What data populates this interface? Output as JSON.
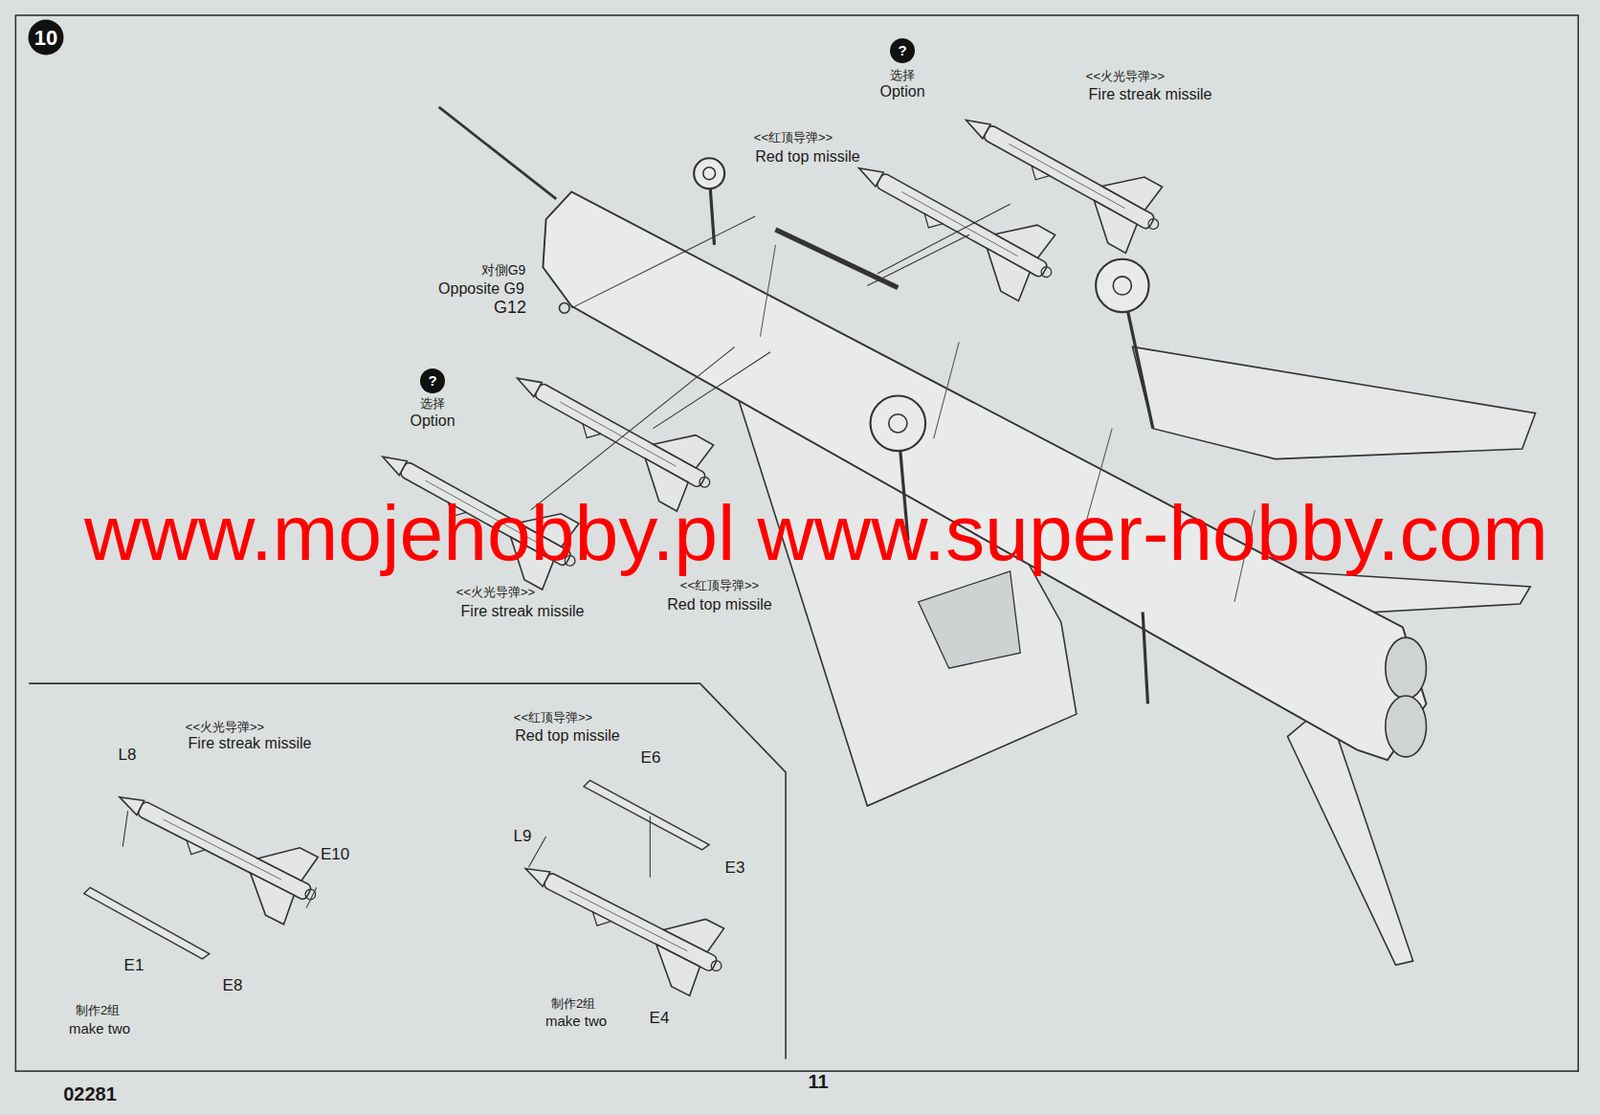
{
  "diagram": {
    "labels": [
      "10",
      "?",
      "选择",
      "Option",
      "<<火光导弹>>",
      "Fire streak missile",
      "<<红顶导弹>>",
      "Red top missile",
      "对側G9",
      "Opposite G9",
      "G12",
      "?",
      "选择",
      "Option",
      "<<红顶导弹>>",
      "Red top missile",
      "<<火光导弹>>",
      "Fire streak missile",
      "www.mojehobby.pl www.super-hobby.com",
      "<<火光导弹>>",
      "Fire streak missile",
      "L8",
      "E10",
      "E1",
      "E8",
      "制作2组",
      "make two",
      "<<红顶导弹>>",
      "Red top missile",
      "E6",
      "L9",
      "E3",
      "E4",
      "制作2组",
      "make two",
      "02281",
      "11"
    ]
  }
}
